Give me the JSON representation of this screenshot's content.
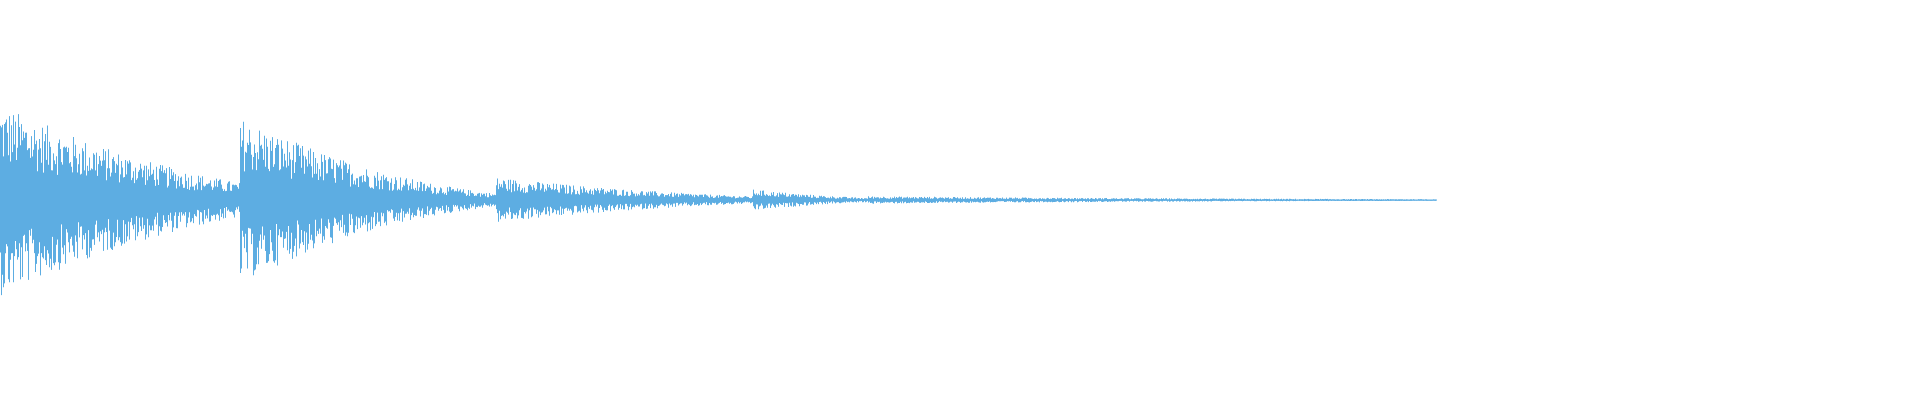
{
  "waveform": {
    "color": "#5dade2",
    "description_segments": [
      {
        "start": 0.0,
        "end": 0.125,
        "peak_amplitude": 0.95,
        "decay": 0.55
      },
      {
        "start": 0.125,
        "end": 0.258,
        "peak_amplitude": 0.82,
        "decay": 0.7
      },
      {
        "start": 0.258,
        "end": 0.392,
        "peak_amplitude": 0.22,
        "decay": 0.6
      },
      {
        "start": 0.392,
        "end": 0.452,
        "peak_amplitude": 0.1,
        "decay": 0.6
      },
      {
        "start": 0.452,
        "end": 0.748,
        "peak_amplitude": 0.03,
        "decay": 0.8
      }
    ],
    "total_length_fraction": 0.748
  }
}
